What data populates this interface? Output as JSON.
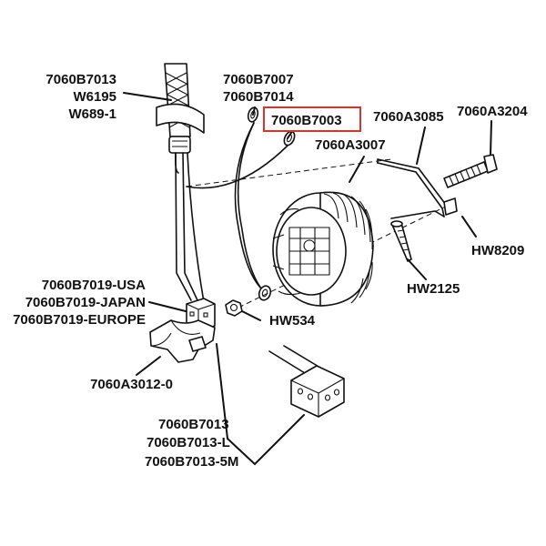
{
  "labels": {
    "cord_1": "7060B7013",
    "cord_2": "W6195",
    "cord_3": "W689-1",
    "ring_1": "7060B7007",
    "ring_2": "7060B7014",
    "highlight": "7060B7003",
    "bracket": "7060A3085",
    "bolt": "7060A3204",
    "fan": "7060A3007",
    "clip": "HW8209",
    "screw": "HW2125",
    "switch_1": "7060B7019-USA",
    "switch_2": "7060B7019-JAPAN",
    "switch_3": "7060B7019-EUROPE",
    "nut": "HW534",
    "switch_housing": "7060A3012-0",
    "plug_1": "7060B7013",
    "plug_2": "7060B7013-L",
    "plug_3": "7060B7013-5M"
  },
  "colors": {
    "highlight": "#d9342b",
    "ink": "#111111"
  }
}
